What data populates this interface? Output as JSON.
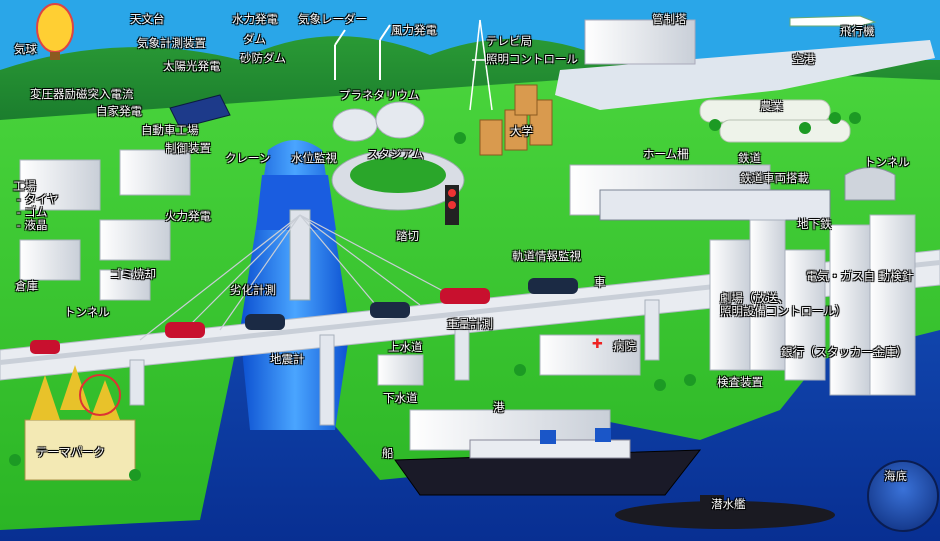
{
  "labels": {
    "kikyu": "気球",
    "tenmondai": "天文台",
    "kisho_keisoku": "気象計測装置",
    "suiryoku": "水力発電",
    "kisho_radar": "気象レーダー",
    "furyoku": "風力発電",
    "dam": "ダム",
    "sabo_dam": "砂防ダム",
    "taiyoko": "太陽光発電",
    "tv_kyoku": "テレビ局",
    "shomei_control": "照明コントロール",
    "kanseito": "管制塔",
    "hikoki": "飛行機",
    "kuko": "空港",
    "henatsuki": "変圧器励磁突入電流",
    "jika_hatsuden": "自家発電",
    "planetarium": "プラネタリウム",
    "daigaku": "大学",
    "nogyo": "農業",
    "jidosha_kojo": "自動車工場",
    "seigyo_sochi": "制御装置",
    "crane": "クレーン",
    "suii_kanshi": "水位監視",
    "stadium": "スタジアム",
    "home_saku": "ホーム柵",
    "tetsudo": "鉄道",
    "tunnel_right": "トンネル",
    "tetsudo_sharyo": "鉄道車両搭載",
    "kojo": "工場\n - タイヤ\n - ゴム\n - 液晶",
    "karyoku": "火力発電",
    "fumikiri": "踏切",
    "chikatetsu": "地下鉄",
    "senro_joho": "軌道情報監視",
    "gomi": "ゴミ焼却",
    "denki_gas": "電気・ガス自 動検針",
    "kuruma": "車",
    "soko": "倉庫",
    "rekka": "劣化計測",
    "gekijo": "劇場（放送、\n照明設備コントロール）",
    "tunnel_left": "トンネル",
    "juryo": "重量計測",
    "ginko": "銀行（スタッカー金庫）",
    "jishinkei": "地震計",
    "josuido": "上水道",
    "byoin": "病院",
    "kensa": "検査装置",
    "gesuido": "下水道",
    "minato": "港",
    "theme_park": "テーマパーク",
    "fune": "船",
    "sensuikan": "潜水艦",
    "kaitei": "海底"
  },
  "colors": {
    "sea": "#0a3fb0",
    "grass": "#35c42c",
    "mountain": "#1e8a2a",
    "road": "#e9ecf1",
    "sky_edge": "#2aa6e8"
  }
}
